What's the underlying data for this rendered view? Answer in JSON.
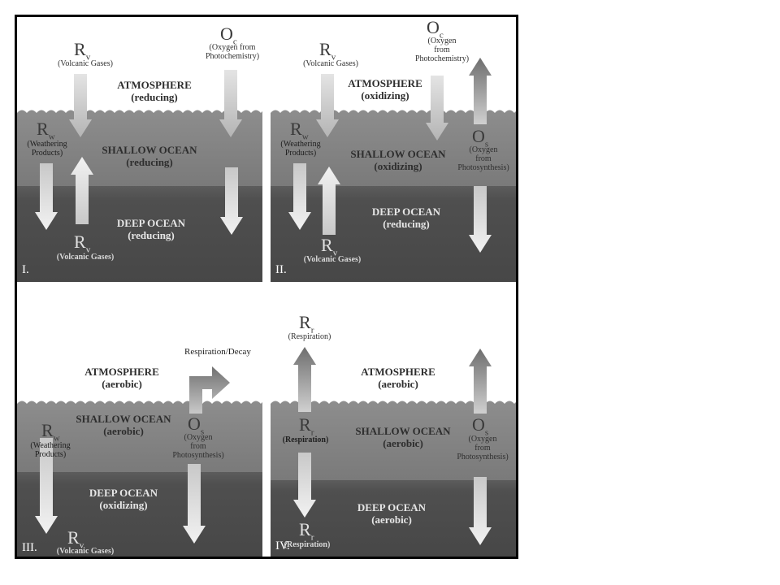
{
  "colors": {
    "atmosphere": "#ffffff",
    "shallow_ocean": "#8d8d8d",
    "deep_ocean": "#4f4f4f",
    "arrow_light": "#f2f2f2",
    "arrow_dark": "#6e6e6e",
    "frame": "#000000"
  },
  "panels": {
    "p1": {
      "label": "I.",
      "atmosphere": {
        "title": "ATMOSPHERE",
        "state": "(reducing)"
      },
      "shallow": {
        "title": "SHALLOW OCEAN",
        "state": "(reducing)"
      },
      "deep": {
        "title": "DEEP OCEAN",
        "state": "(reducing)"
      },
      "rv_top": {
        "symbol": "R",
        "sub": "v",
        "desc": "(Volcanic Gases)"
      },
      "oc": {
        "symbol": "O",
        "sub": "c",
        "desc1": "(Oxygen from",
        "desc2": "Photochemistry)"
      },
      "rw": {
        "symbol": "R",
        "sub": "w",
        "desc1": "(Weathering",
        "desc2": "Products)"
      },
      "rv_bottom": {
        "symbol": "R",
        "sub": "v",
        "desc": "(Volcanic Gases)"
      }
    },
    "p2": {
      "label": "II.",
      "atmosphere": {
        "title": "ATMOSPHERE",
        "state": "(oxidizing)"
      },
      "shallow": {
        "title": "SHALLOW OCEAN",
        "state": "(oxidizing)"
      },
      "deep": {
        "title": "DEEP OCEAN",
        "state": "(reducing)"
      },
      "rv_top": {
        "symbol": "R",
        "sub": "v",
        "desc": "(Volcanic Gases)"
      },
      "oc": {
        "symbol": "O",
        "sub": "c",
        "desc1": "(Oxygen",
        "desc2": "from",
        "desc3": "Photochemistry)"
      },
      "rw": {
        "symbol": "R",
        "sub": "w",
        "desc1": "(Weathering",
        "desc2": "Products)"
      },
      "os": {
        "symbol": "O",
        "sub": "s",
        "desc1": "(Oxygen",
        "desc2": "from",
        "desc3": "Photosynthesis)"
      },
      "rv_bottom": {
        "symbol": "R",
        "sub": "v",
        "desc": "(Volcanic Gases)"
      }
    },
    "p3": {
      "label": "III.",
      "atmosphere": {
        "title": "ATMOSPHERE",
        "state": "(aerobic)"
      },
      "shallow": {
        "title": "SHALLOW OCEAN",
        "state": "(aerobic)"
      },
      "deep": {
        "title": "DEEP OCEAN",
        "state": "(oxidizing)"
      },
      "respiration_decay": "Respiration/Decay",
      "rw": {
        "symbol": "R",
        "sub": "w",
        "desc1": "(Weathering",
        "desc2": "Products)"
      },
      "os": {
        "symbol": "O",
        "sub": "s",
        "desc1": "(Oxygen",
        "desc2": "from",
        "desc3": "Photosynthesis)"
      },
      "rv_bottom": {
        "symbol": "R",
        "sub": "v",
        "desc": "(Volcanic Gases)"
      }
    },
    "p4": {
      "label": "IV.",
      "atmosphere": {
        "title": "ATMOSPHERE",
        "state": "(aerobic)"
      },
      "shallow": {
        "title": "SHALLOW OCEAN",
        "state": "(aerobic)"
      },
      "deep": {
        "title": "DEEP OCEAN",
        "state": "(aerobic)"
      },
      "rr_top": {
        "symbol": "R",
        "sub": "r",
        "desc": "(Respiration)"
      },
      "rr_mid": {
        "symbol": "R",
        "sub": "r",
        "desc": "(Respiration)"
      },
      "rr_bottom": {
        "symbol": "R",
        "sub": "r",
        "desc": "(Respiration)"
      },
      "os": {
        "symbol": "O",
        "sub": "s",
        "desc1": "(Oxygen",
        "desc2": "from",
        "desc3": "Photosynthesis)"
      }
    }
  }
}
